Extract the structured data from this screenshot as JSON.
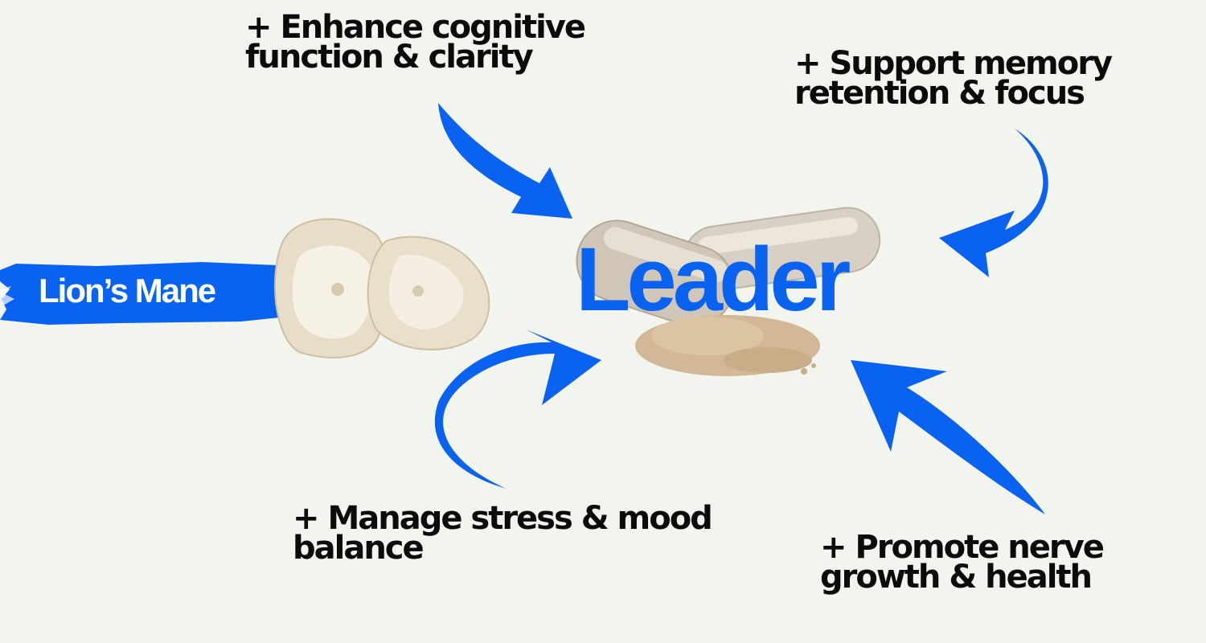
{
  "brand": {
    "label": "Lion’s Mane",
    "product": "Leader"
  },
  "benefits": {
    "top": [
      "+ Enhance cognitive",
      "function & clarity"
    ],
    "right": [
      "+ Support memory",
      "retention & focus"
    ],
    "bottom": [
      "+ Manage stress & mood",
      "balance"
    ],
    "bottom_right": [
      "+ Promote nerve",
      "growth & health"
    ]
  },
  "colors": {
    "background": "#f2f4ee",
    "accent": "#0a63f0",
    "text": "#0b0b0b"
  }
}
